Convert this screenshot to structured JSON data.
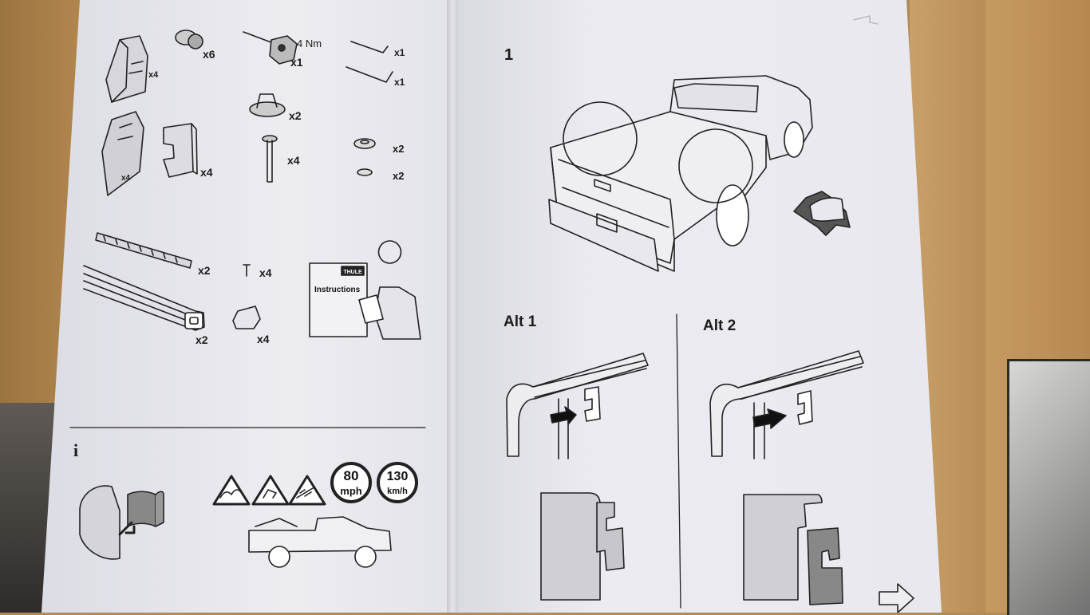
{
  "left_page": {
    "parts": [
      {
        "id": "foot",
        "qty": "x4"
      },
      {
        "id": "lock-cylinder",
        "qty": "x6"
      },
      {
        "id": "torque-tool",
        "qty": "x1",
        "torque": "4 Nm"
      },
      {
        "id": "allen-key-small",
        "qty": "x1"
      },
      {
        "id": "allen-key-large",
        "qty": "x1"
      },
      {
        "id": "foot-alt",
        "qty": "x4"
      },
      {
        "id": "bracket",
        "qty": "x4"
      },
      {
        "id": "end-cap",
        "qty": "x2"
      },
      {
        "id": "bolt",
        "qty": "x4"
      },
      {
        "id": "washer-large",
        "qty": "x2"
      },
      {
        "id": "washer-small",
        "qty": "x2"
      },
      {
        "id": "rubber-strip",
        "qty": "x2"
      },
      {
        "id": "screw",
        "qty": "x4"
      },
      {
        "id": "bar",
        "qty": "x2"
      },
      {
        "id": "pad",
        "qty": "x4"
      }
    ],
    "manual": {
      "brand": "THULE",
      "label": "Instructions"
    },
    "info_symbol": "i",
    "speed_signs": {
      "sign1_value": "80",
      "sign1_unit": "mph",
      "sign2_value": "130",
      "sign2_unit": "km/h"
    }
  },
  "right_page": {
    "step": "1",
    "alt1": "Alt 1",
    "alt2": "Alt 2"
  },
  "colors": {
    "paper": "#e9e9ef",
    "ink": "#1c1c1c",
    "cardboard": "#b08a57"
  }
}
